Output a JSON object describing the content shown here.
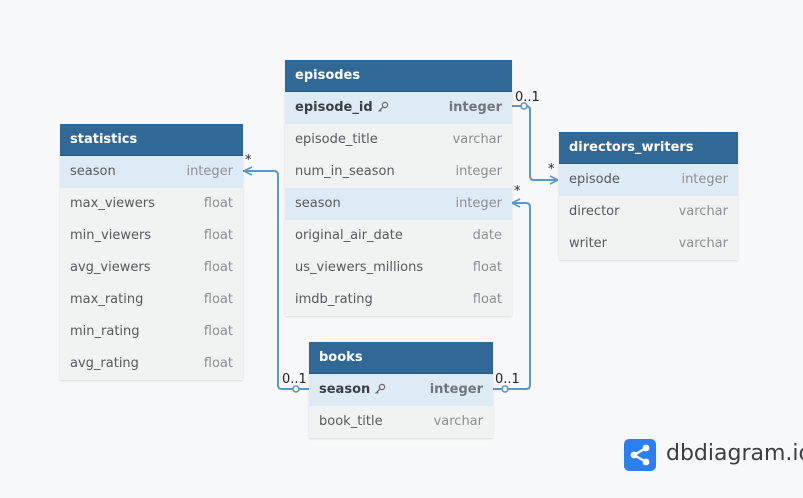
{
  "tables": {
    "statistics": {
      "title": "statistics",
      "fields": [
        {
          "name": "season",
          "type": "integer"
        },
        {
          "name": "max_viewers",
          "type": "float"
        },
        {
          "name": "min_viewers",
          "type": "float"
        },
        {
          "name": "avg_viewers",
          "type": "float"
        },
        {
          "name": "max_rating",
          "type": "float"
        },
        {
          "name": "min_rating",
          "type": "float"
        },
        {
          "name": "avg_rating",
          "type": "float"
        }
      ]
    },
    "episodes": {
      "title": "episodes",
      "fields": [
        {
          "name": "episode_id",
          "type": "integer",
          "primary_key": true
        },
        {
          "name": "episode_title",
          "type": "varchar"
        },
        {
          "name": "num_in_season",
          "type": "integer"
        },
        {
          "name": "season",
          "type": "integer"
        },
        {
          "name": "original_air_date",
          "type": "date"
        },
        {
          "name": "us_viewers_millions",
          "type": "float"
        },
        {
          "name": "imdb_rating",
          "type": "float"
        }
      ]
    },
    "directors_writers": {
      "title": "directors_writers",
      "fields": [
        {
          "name": "episode",
          "type": "integer"
        },
        {
          "name": "director",
          "type": "varchar"
        },
        {
          "name": "writer",
          "type": "varchar"
        }
      ]
    },
    "books": {
      "title": "books",
      "fields": [
        {
          "name": "season",
          "type": "integer",
          "primary_key": true
        },
        {
          "name": "book_title",
          "type": "varchar"
        }
      ]
    }
  },
  "relationships": [
    {
      "from": "episodes.episode_id",
      "from_card": "0..1",
      "to": "directors_writers.episode",
      "to_card": "*"
    },
    {
      "from": "books.season",
      "from_card": "0..1",
      "to": "statistics.season",
      "to_card": "*"
    },
    {
      "from": "books.season",
      "from_card": "0..1",
      "to": "episodes.season",
      "to_card": "*"
    }
  ],
  "colors": {
    "header": "#316896",
    "highlight": "#deebf4",
    "connector": "#5b97c9",
    "background": "#f7f8fa",
    "brand": "#2d7ff0"
  },
  "logo": {
    "text": "dbdiagram.io",
    "icon": "dbdiagram-logo-icon"
  }
}
